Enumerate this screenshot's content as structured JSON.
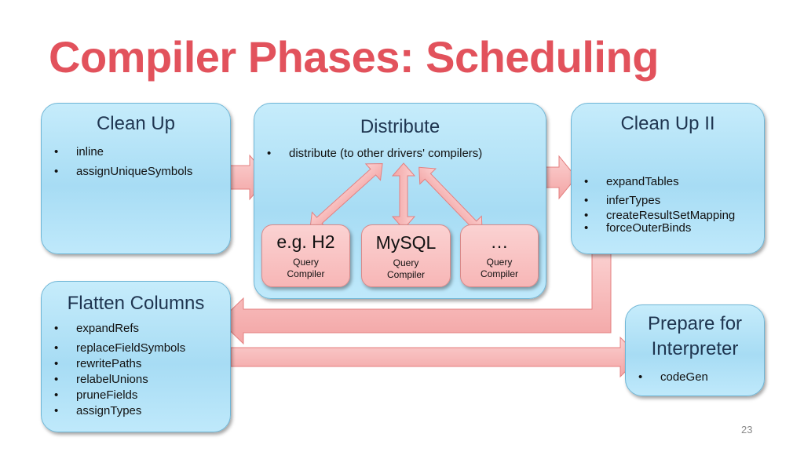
{
  "slide": {
    "title": "Compiler Phases: Scheduling",
    "page_number": "23"
  },
  "boxes": {
    "clean_up": {
      "title": "Clean Up",
      "items": [
        "inline",
        "assignUniqueSymbols"
      ]
    },
    "distribute": {
      "title": "Distribute",
      "items": [
        "distribute (to other drivers' compilers)"
      ],
      "compilers": [
        {
          "name": "e.g. H2",
          "sub": "Query Compiler"
        },
        {
          "name": "MySQL",
          "sub": "Query Compiler"
        },
        {
          "name": "…",
          "sub": "Query Compiler"
        }
      ]
    },
    "clean_up_2": {
      "title": "Clean Up II",
      "items": [
        "expandTables",
        "inferTypes",
        "createResultSetMapping",
        "forceOuterBinds"
      ]
    },
    "flatten_columns": {
      "title": "Flatten Columns",
      "items": [
        "expandRefs",
        "replaceFieldSymbols",
        "rewritePaths",
        "relabelUnions",
        "pruneFields",
        "assignTypes"
      ]
    },
    "prepare_interpreter": {
      "title": "Prepare for Interpreter",
      "items": [
        "codeGen"
      ]
    }
  },
  "colors": {
    "title": "#e2525c",
    "box_fill": "#b3e2f7",
    "box_border": "#6fb6d6",
    "arrow_fill": "#f6b3b3",
    "arrow_stroke": "#e48080",
    "sub_box_fill": "#f8c0c0"
  }
}
